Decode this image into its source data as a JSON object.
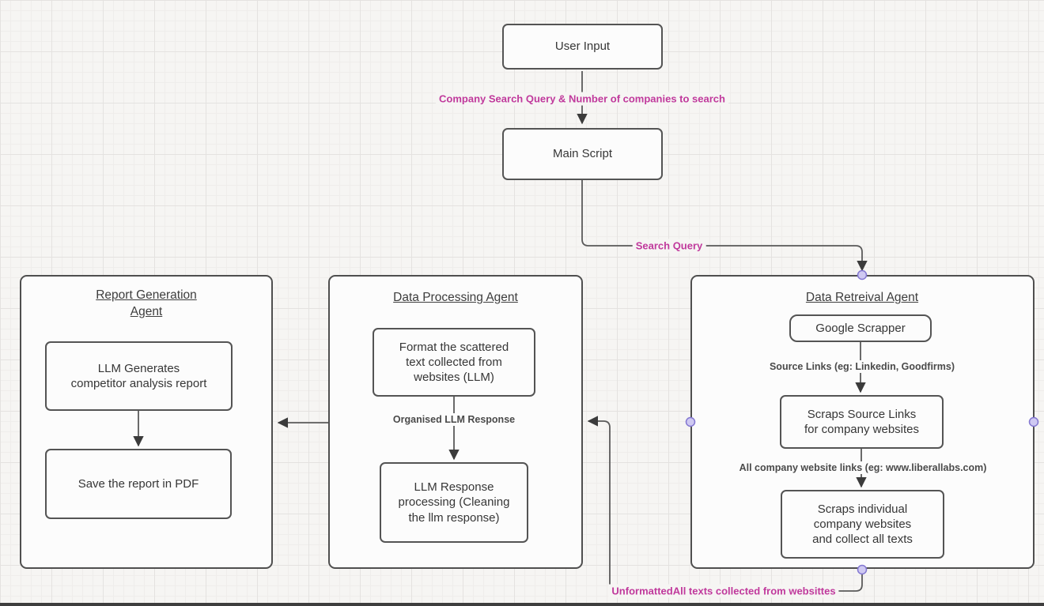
{
  "colors": {
    "edge": "#5a5a5a",
    "node_border": "#545454",
    "node_text": "#363636",
    "magenta_label": "#c0399c",
    "gray_label": "#4a4a4a",
    "handle_fill": "#cfc9f2",
    "handle_stroke": "#8377d1",
    "canvas_bg": "#f6f5f3"
  },
  "top_flow": {
    "user_input": "User Input",
    "main_script": "Main Script",
    "label_company_query": "Company Search Query & Number of companies to search",
    "label_search_query": "Search Query"
  },
  "report_generation_agent": {
    "title": "Report Generation\nAgent",
    "llm_generates": "LLM Generates\ncompetitor analysis report",
    "save_pdf": "Save the report in PDF"
  },
  "data_processing_agent": {
    "title": "Data Processing Agent",
    "format_box": "Format the scattered\ntext collected from\nwebsites (LLM)",
    "label_organised": "Organised LLM Response",
    "llm_response": "LLM Response\nprocessing (Cleaning\nthe llm response)"
  },
  "data_retrieval_agent": {
    "title": "Data Retreival Agent",
    "google_scrapper": "Google Scrapper",
    "label_source_links": "Source Links (eg: Linkedin, Goodfirms)",
    "scraps_source": "Scraps Source Links\nfor company websites",
    "label_company_links": "All company website links (eg: www.liberallabs.com)",
    "scraps_individual": "Scraps individual\ncompany websites\nand collect all texts"
  },
  "bottom_flow": {
    "label_unformatted": "UnformattedAll texts collected from websittes"
  }
}
